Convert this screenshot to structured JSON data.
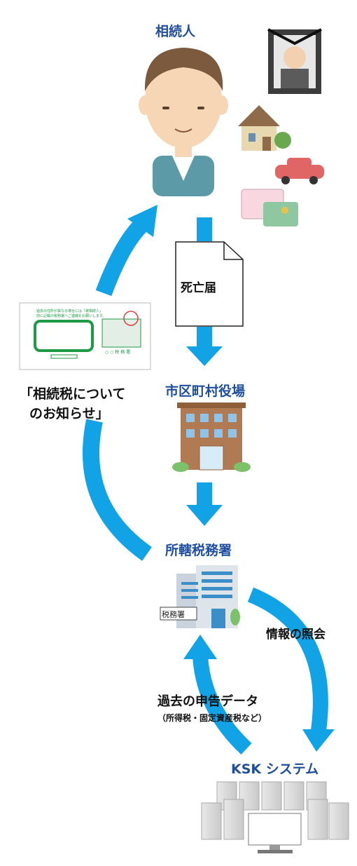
{
  "nodes": {
    "heir": "相続人",
    "municipality": "市区町村役場",
    "tax_office": "所轄税務署",
    "ksk": "KSK システム"
  },
  "documents": {
    "death_notice": "死亡届",
    "notice_line1": "「相続税について",
    "notice_line2": "のお知らせ」"
  },
  "flows": {
    "inquiry": "情報の照会",
    "past_data_line1": "過去の申告データ",
    "past_data_line2": "（所得税・固定資産税など）"
  },
  "building_sign": "税務署",
  "postcard": {
    "header_line1": "過去の住所が異なる場合には「被相続人」",
    "header_line2": "前に記載の税務署へご連絡をお願いします。",
    "office": "○ ○ 税 務 署"
  },
  "colors": {
    "arrow": "#12a3e6",
    "label_blue": "#1f4e9c",
    "postcard_green": "#1e9a46"
  }
}
